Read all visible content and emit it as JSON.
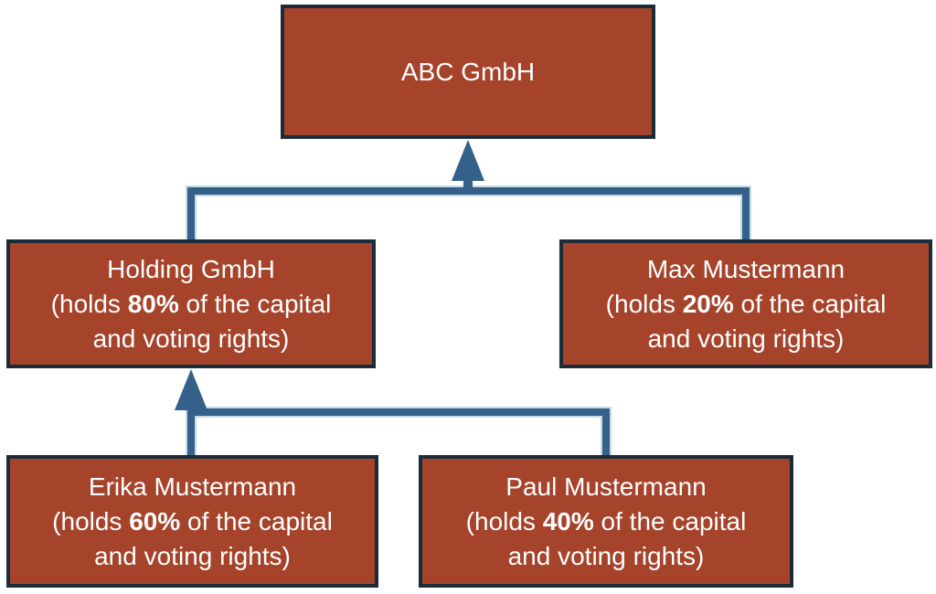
{
  "colors": {
    "background": "#ffffff",
    "node_fill": "#a5432b",
    "node_border": "#1c2b38",
    "connector": "#336189",
    "connector_halo": "#c6d9e6",
    "text": "#ffffff"
  },
  "nodes": {
    "abc": {
      "title": "ABC GmbH"
    },
    "holding": {
      "title": "Holding GmbH",
      "holds_prefix": "(holds ",
      "percent": "80%",
      "holds_suffix": " of the capital",
      "line3": "and voting rights)"
    },
    "max": {
      "title": "Max Mustermann",
      "holds_prefix": "(holds ",
      "percent": "20%",
      "holds_suffix": " of the capital",
      "line3": "and voting rights)"
    },
    "erika": {
      "title": "Erika Mustermann",
      "holds_prefix": "(holds ",
      "percent": "60%",
      "holds_suffix": " of the capital",
      "line3": "and voting rights)"
    },
    "paul": {
      "title": "Paul Mustermann",
      "holds_prefix": "(holds ",
      "percent": "40%",
      "holds_suffix": " of the capital",
      "line3": "and voting rights)"
    }
  }
}
